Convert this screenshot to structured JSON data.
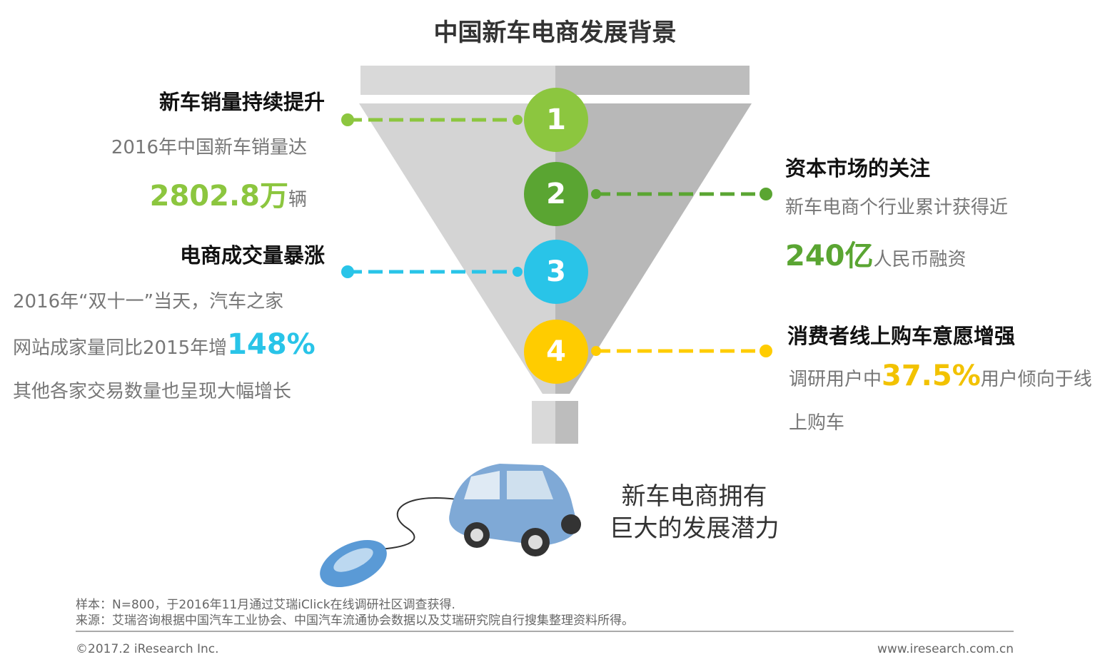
{
  "title": "中国新车电商发展背景",
  "items": [
    {
      "number": "1",
      "heading": "新车销量持续提升",
      "line1": "2016年中国新车销量达",
      "value": "2802.8万",
      "unit": "辆",
      "color": "#8cc63f"
    },
    {
      "number": "2",
      "heading": "资本市场的关注",
      "line1": "新车电商个行业累计获得近",
      "value": "240亿",
      "unit": "人民币融资",
      "color": "#5aa532"
    },
    {
      "number": "3",
      "heading": "电商成交量暴涨",
      "line1": "2016年“双十一”当天，汽车之家",
      "line2_prefix": "网站成家量同比2015年增",
      "value": "148%",
      "line3": "其他各家交易数量也呈现大幅增长",
      "color": "#29c4e8"
    },
    {
      "number": "4",
      "heading": "消费者线上购车意愿增强",
      "line_prefix": "调研用户中",
      "value": "37.5%",
      "line_suffix": "用户倾向于线",
      "line2": "上购车",
      "color": "#ffcc00"
    }
  ],
  "conclusion": {
    "line1": "新车电商拥有",
    "line2": "巨大的发展潜力"
  },
  "footer": {
    "sample": "样本：N=800，于2016年11月通过艾瑞iClick在线调研社区调查获得.",
    "source": "来源：艾瑞咨询根据中国汽车工业协会、中国汽车流通协会数据以及艾瑞研究院自行搜集整理资料所得。",
    "copyright": "©2017.2 iResearch Inc.",
    "website": "www.iresearch.com.cn"
  }
}
